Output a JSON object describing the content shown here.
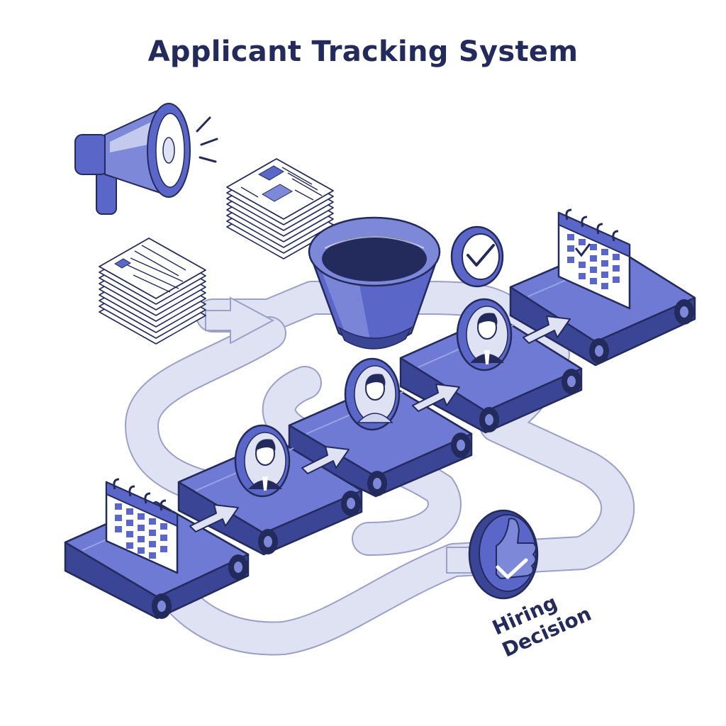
{
  "title": "Applicant Tracking System",
  "decision_label": {
    "line1": "Hiring",
    "line2": "Decision"
  },
  "colors": {
    "navy": "#232a5c",
    "primary": "#5a67c8",
    "primary_light": "#7d88d9",
    "primary_dark": "#3b4596",
    "track": "#d6d9ee",
    "track_edge": "#9aa0c8",
    "paper": "#ffffff"
  },
  "icons": [
    "megaphone-icon",
    "resume-stack-icon",
    "funnel-icon",
    "checkmark-badge-icon",
    "calendar-icon",
    "candidate-avatar-icon",
    "arrow-icon",
    "thumbs-up-icon"
  ]
}
